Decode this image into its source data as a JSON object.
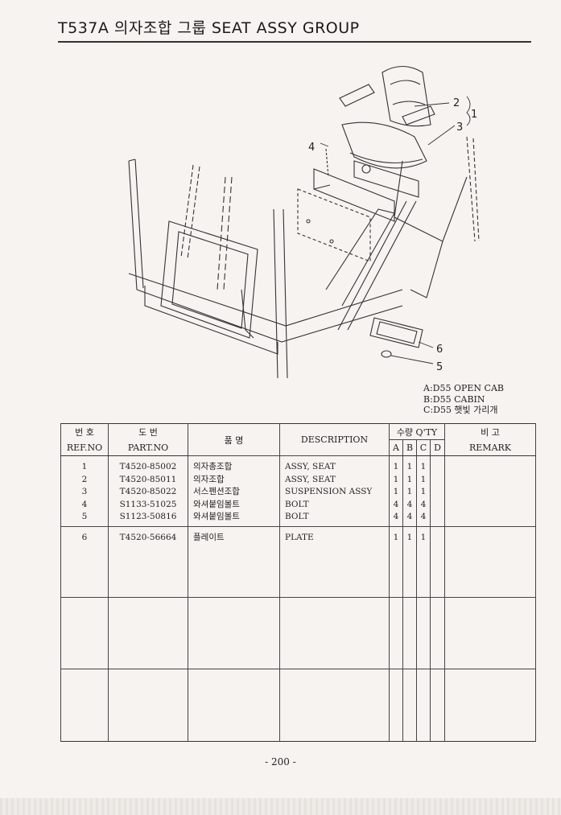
{
  "header": {
    "title": "T537A 의자조합 그룹 SEAT ASSY GROUP"
  },
  "diagram": {
    "callouts": [
      "1",
      "2",
      "3",
      "4",
      "5",
      "6"
    ]
  },
  "legend": [
    "A:D55 OPEN CAB",
    "B:D55 CABIN",
    "C:D55 햇빛 가리개"
  ],
  "table": {
    "headers": {
      "ref_ko": "번 호",
      "ref_en": "REF.NO",
      "part_ko": "도 번",
      "part_en": "PART.NO",
      "name_ko": "품 명",
      "desc": "DESCRIPTION",
      "qty": "수량 Q'TY",
      "cols": [
        "A",
        "B",
        "C",
        "D"
      ],
      "remark_ko": "비 고",
      "remark_en": "REMARK"
    },
    "groups": [
      {
        "rows": [
          {
            "ref": "1",
            "part": "T4520-85002",
            "name": "의자총조합",
            "desc": "ASSY, SEAT",
            "a": "1",
            "b": "1",
            "c": "1",
            "d": ""
          },
          {
            "ref": "2",
            "part": "T4520-85011",
            "name": "의자조합",
            "desc": "ASSY, SEAT",
            "a": "1",
            "b": "1",
            "c": "1",
            "d": ""
          },
          {
            "ref": "3",
            "part": "T4520-85022",
            "name": "서스펜션조합",
            "desc": "SUSPENSION ASSY",
            "a": "1",
            "b": "1",
            "c": "1",
            "d": ""
          },
          {
            "ref": "4",
            "part": "S1133-51025",
            "name": "와셔붙임볼트",
            "desc": "BOLT",
            "a": "4",
            "b": "4",
            "c": "4",
            "d": ""
          },
          {
            "ref": "5",
            "part": "S1123-50816",
            "name": "와셔붙임볼트",
            "desc": "BOLT",
            "a": "4",
            "b": "4",
            "c": "4",
            "d": ""
          }
        ]
      },
      {
        "rows": [
          {
            "ref": "6",
            "part": "T4520-56664",
            "name": "플레이트",
            "desc": "PLATE",
            "a": "1",
            "b": "1",
            "c": "1",
            "d": ""
          }
        ]
      }
    ]
  },
  "page": {
    "number": "- 200 -"
  }
}
